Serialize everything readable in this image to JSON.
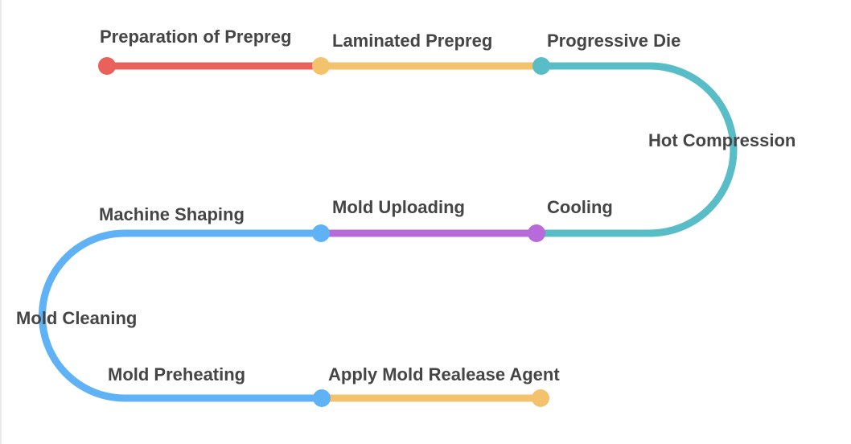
{
  "colors": {
    "red": "#e8615a",
    "yellow": "#f2c26c",
    "teal": "#58bdc7",
    "purple": "#b76ad9",
    "blue": "#5fb2f5",
    "label": "#454545"
  },
  "steps": [
    {
      "label": "Preparation of Prepreg",
      "color": "red"
    },
    {
      "label": "Laminated Prepreg",
      "color": "yellow"
    },
    {
      "label": "Progressive Die",
      "color": "teal"
    },
    {
      "label": "Hot Compression",
      "color": "teal"
    },
    {
      "label": "Cooling",
      "color": "teal"
    },
    {
      "label": "Mold Uploading",
      "color": "purple"
    },
    {
      "label": "Machine Shaping",
      "color": "blue"
    },
    {
      "label": "Mold Cleaning",
      "color": "blue"
    },
    {
      "label": "Mold Preheating",
      "color": "blue"
    },
    {
      "label": "Apply Mold Realease Agent",
      "color": "yellow"
    }
  ]
}
